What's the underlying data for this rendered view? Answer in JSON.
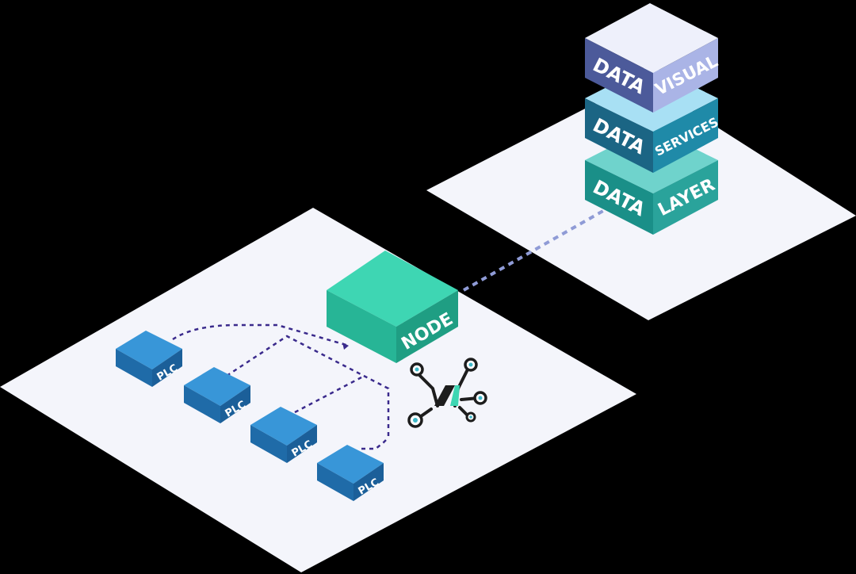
{
  "labels": {
    "node": "NODE",
    "plc": [
      "PLC",
      "PLC",
      "PLC",
      "PLC"
    ],
    "stack": {
      "visual": {
        "left": "DATA",
        "right": "VISUAL"
      },
      "services": {
        "left": "DATA",
        "right": "SERVICES"
      },
      "layer": {
        "left": "DATA",
        "right": "LAYER"
      }
    }
  },
  "icons": {
    "hub_logo": "network-hub-logo-icon"
  },
  "colors": {
    "background": "#000000",
    "platform": "#f4f5fb",
    "node_top": "#3ed6b3",
    "node_left": "#27b596",
    "node_right": "#1f9e83",
    "plc_top": "#3896d8",
    "plc_left": "#1f6ba8",
    "plc_right": "#1b5f99",
    "visual_top": "#eef0fb",
    "visual_left": "#4c5a9a",
    "visual_right": "#aab4e6",
    "services_top": "#a8e0f4",
    "services_left": "#1b6584",
    "services_right": "#1f8aa8",
    "layer_top": "#6fd3cc",
    "layer_left": "#1a8f88",
    "layer_right": "#2aa39b",
    "connector_dark": "#3a2a8c",
    "connector_light": "#8f9bd6"
  }
}
